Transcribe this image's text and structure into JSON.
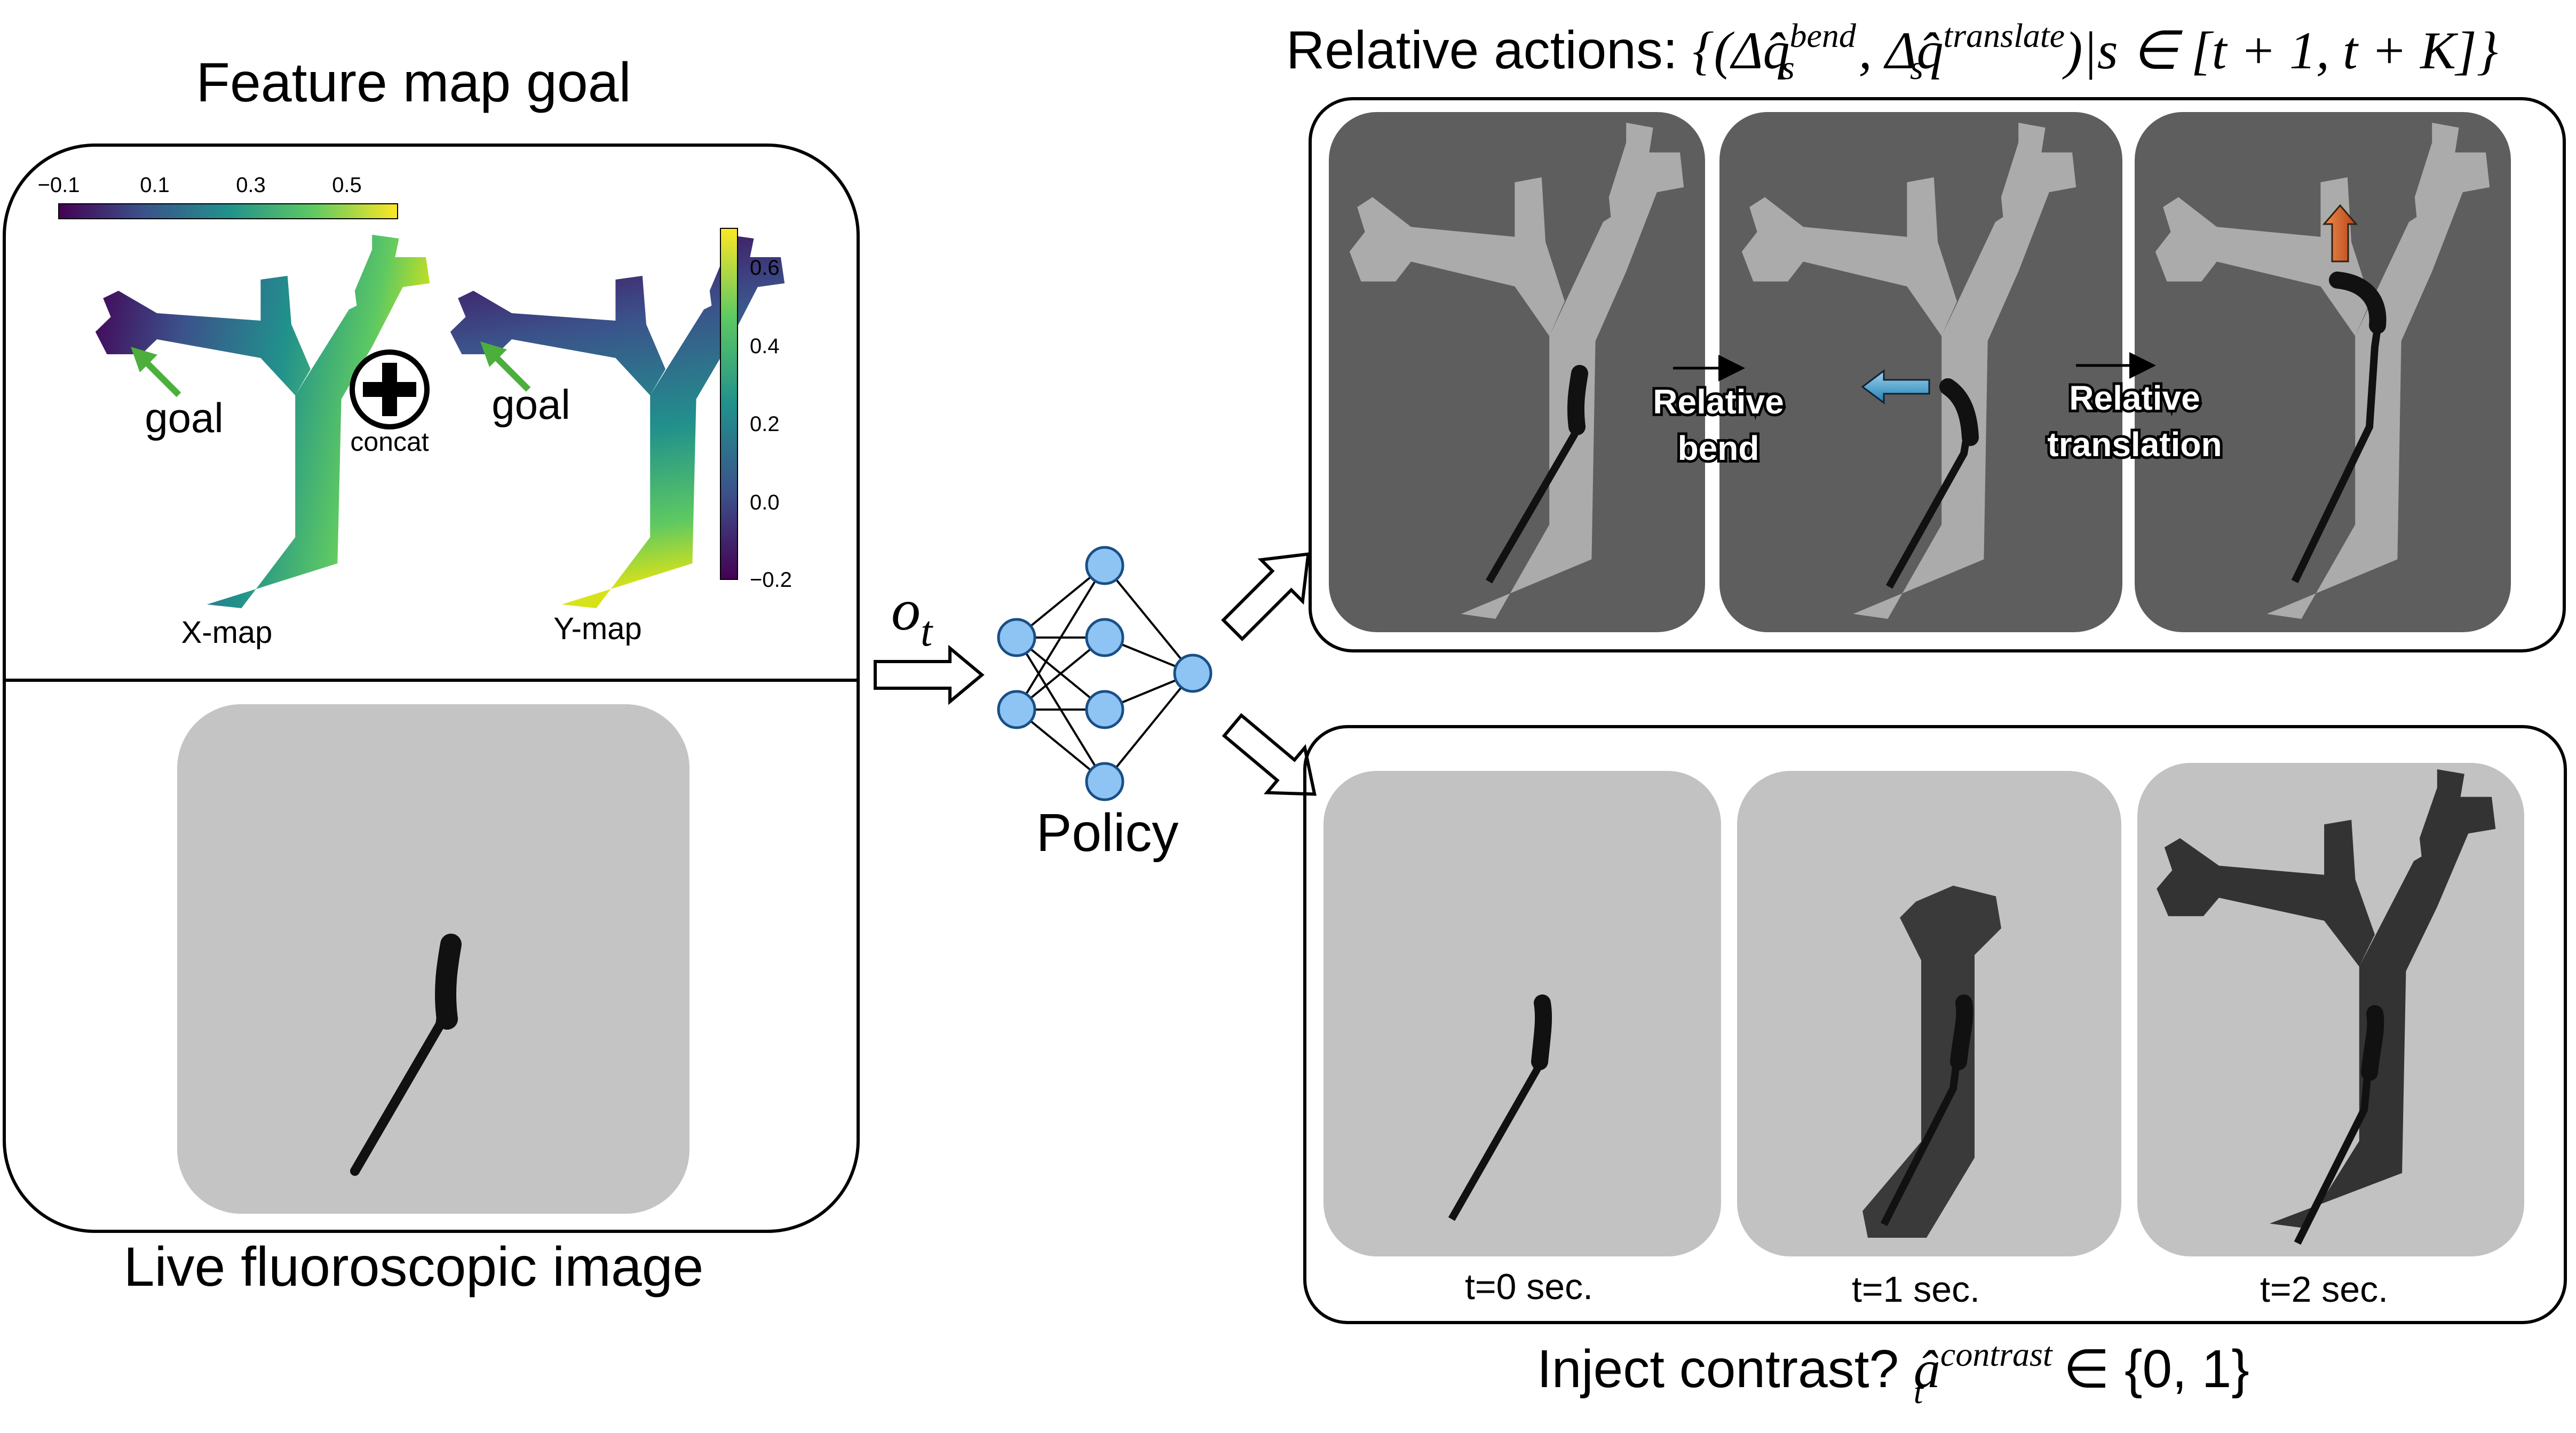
{
  "feature_map": {
    "title": "Feature map goal",
    "top_colorbar_ticks": [
      "−0.1",
      "0.1",
      "0.3",
      "0.5"
    ],
    "side_colorbar_ticks": [
      "0.6",
      "0.4",
      "0.2",
      "0.0",
      "−0.2"
    ],
    "goal_label": "goal",
    "concat_label": "concat",
    "xmap_label": "X-map",
    "ymap_label": "Y-map"
  },
  "live_image": {
    "title": "Live fluoroscopic image"
  },
  "policy": {
    "observation": "o",
    "observation_sub": "t",
    "label": "Policy"
  },
  "relative_actions": {
    "title_prefix": "Relative actions: ",
    "title_math": "{(Δq̂",
    "bend_sup": "bend",
    "bend_sub": "s",
    "comma_delta": ", Δq̂",
    "translate_sup": "translate",
    "translate_sub": "s",
    "title_suffix": ")|s ∈ [t + 1, t + K]}",
    "bend_label_1": "Relative",
    "bend_label_2": "bend",
    "translation_label_1": "Relative",
    "translation_label_2": "translation"
  },
  "contrast": {
    "title_prefix": "Inject contrast? ",
    "title_a": "â",
    "title_sup": "contrast",
    "title_sub": "t",
    "title_suffix": " ∈ {0, 1}",
    "frames": [
      "t=0 sec.",
      "t=1 sec.",
      "t=2 sec."
    ]
  },
  "colors": {
    "viridis_dark": "#440154",
    "viridis_mid": "#21918c",
    "viridis_yellow": "#fde725",
    "goal_arrow": "#4caf3c",
    "policy_node": "#8ec4f3",
    "bend_arrow": "#3aa0d0",
    "translate_arrow": "#d8642a"
  }
}
